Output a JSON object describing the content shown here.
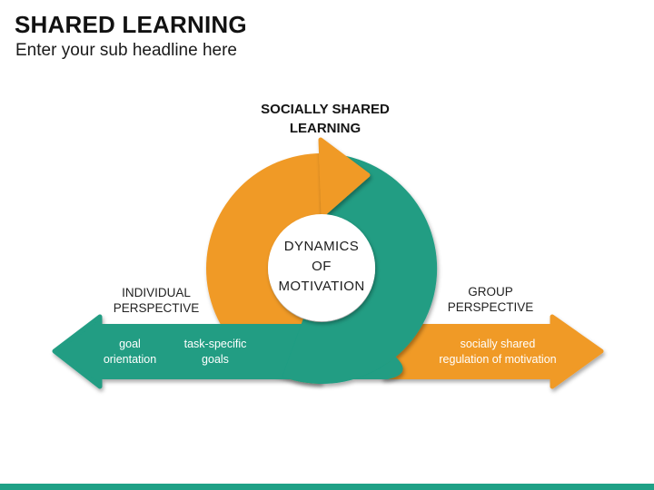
{
  "slide": {
    "title": "SHARED LEARNING",
    "subtitle": "Enter your sub headline here"
  },
  "diagram": {
    "top_label": "SOCIALLY SHARED\nLEARNING",
    "center_label": "DYNAMICS\nOF\nMOTIVATION",
    "left_section": {
      "label": "INDIVIDUAL\nPERSPECTIVE",
      "arrow_direction": "left",
      "arrow_items": [
        "goal\norientation",
        "task-specific\ngoals"
      ]
    },
    "right_section": {
      "label": "GROUP\nPERSPECTIVE",
      "arrow_direction": "right",
      "arrow_items": [
        "socially shared\nregulation of motivation"
      ]
    }
  },
  "colors": {
    "orange": "#F09A28",
    "teal": "#209D83",
    "footer_bar": "#1FA186",
    "text_dark": "#1C1C1C",
    "text_light": "#FFFFFF"
  }
}
